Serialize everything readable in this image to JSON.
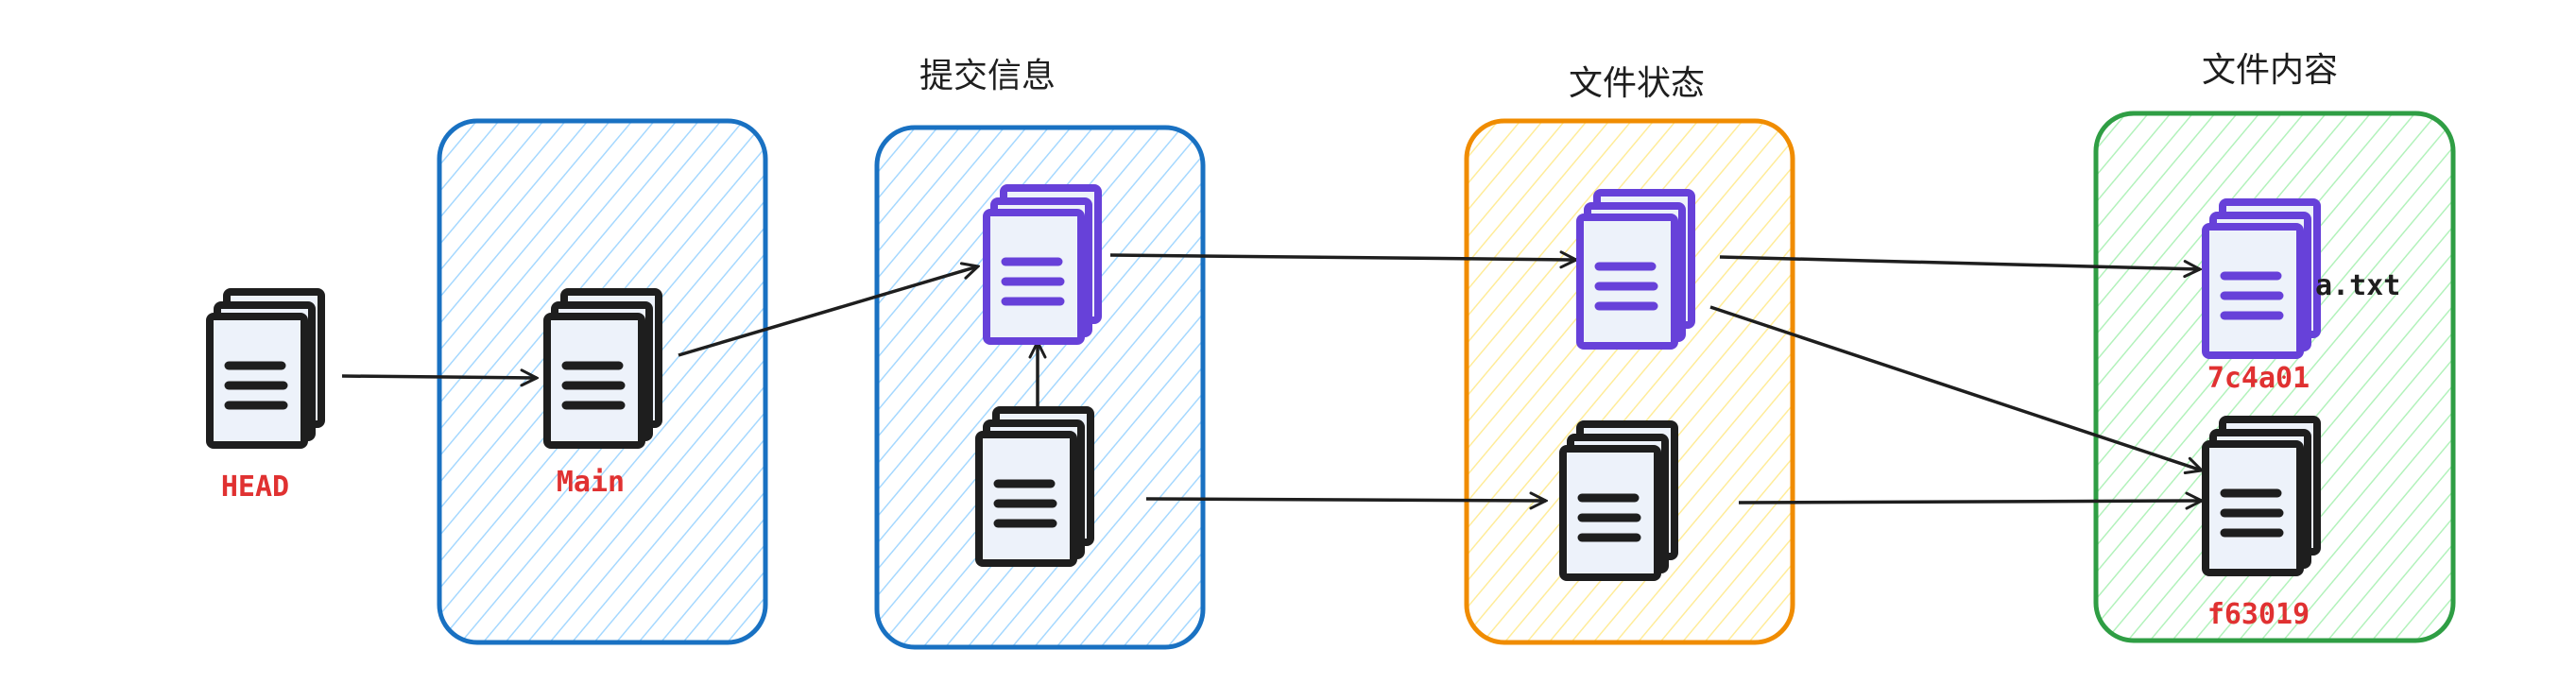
{
  "titles": {
    "commit_info": "提交信息",
    "file_state": "文件状态",
    "file_content": "文件内容"
  },
  "labels": {
    "head": "HEAD",
    "main": "Main",
    "hash_top": "7c4a01",
    "hash_bottom": "f63019",
    "filename": "a.txt"
  },
  "colors": {
    "ref_label": "#e03131",
    "blue_stroke": "#1971c2",
    "blue_fill": "#a5d8ff",
    "yellow_stroke": "#f08c00",
    "yellow_fill": "#ffec99",
    "green_stroke": "#2f9e44",
    "green_fill": "#b2f2bb",
    "purple_stroke": "#6741d9",
    "doc_fill": "#edf2fa",
    "ink": "#1e1e1e"
  }
}
